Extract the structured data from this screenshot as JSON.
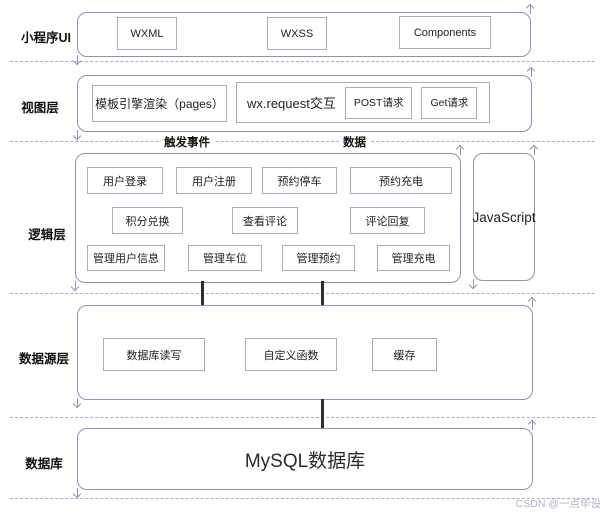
{
  "layers": {
    "ui": {
      "label": "小程序UI",
      "boxes": [
        "WXML",
        "WXSS",
        "Components"
      ]
    },
    "view": {
      "label": "视图层",
      "pages_box": "模板引擎渲染（pages）",
      "request_box": "wx.request交互",
      "post_box": "POST请求",
      "get_box": "Get请求"
    },
    "flow": {
      "trigger": "触发事件",
      "data": "数据"
    },
    "logic": {
      "label": "逻辑层",
      "row1": [
        "用户登录",
        "用户注册",
        "预约停车",
        "预约充电"
      ],
      "row2": [
        "积分兑换",
        "查看评论",
        "评论回复"
      ],
      "row3": [
        "管理用户信息",
        "管理车位",
        "管理预约",
        "管理充电"
      ],
      "runtime": "JavaScript"
    },
    "datasource": {
      "label": "数据源层",
      "boxes": [
        "数据库读写",
        "自定义函数",
        "缓存"
      ]
    },
    "database": {
      "label": "数据库",
      "box": "MySQL数据库"
    }
  },
  "watermark": "CSDN @一点毕设",
  "colors": {
    "frame_border": "#8b94b4",
    "inner_border": "#a6adbf",
    "dashed_line": "#a5abce",
    "connector": "#2e2e2e",
    "watermark": "#abb0d0"
  }
}
